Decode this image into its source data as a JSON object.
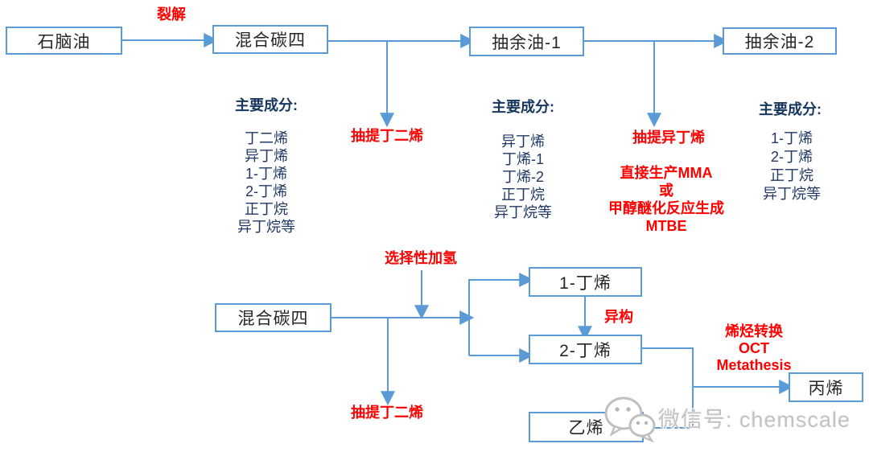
{
  "diagram_title": "C4 processing flow diagram",
  "colors": {
    "line_blue": "#5B9BD5",
    "box_border_blue": "#5B9BD5",
    "navy_text": "#1F3864",
    "red_label": "#FF0000",
    "watermark_gray": "#C3C3C3"
  },
  "boxes": {
    "naphtha": "石脑油",
    "mixed_c4_top": "混合碳四",
    "raffinate_1": "抽余油-1",
    "raffinate_2": "抽余油-2",
    "mixed_c4_bottom": "混合碳四",
    "butene_1": "1-丁烯",
    "butene_2": "2-丁烯",
    "ethylene": "乙烯",
    "propylene": "丙烯"
  },
  "labels": {
    "cracking": "裂解",
    "extract_butadiene_top": "抽提丁二烯",
    "extract_isobutylene": "抽提异丁烯",
    "isobutylene_use_line1": "直接生产MMA",
    "isobutylene_use_line2": "或",
    "isobutylene_use_line3": "甲醇醚化反应生成",
    "isobutylene_use_line4": "MTBE",
    "selective_hydrogenation": "选择性加氢",
    "extract_butadiene_bottom": "抽提丁二烯",
    "isomerization": "异构",
    "olefin_conversion_line1": "烯烃转换",
    "olefin_conversion_line2": "OCT",
    "olefin_conversion_line3": "Metathesis"
  },
  "component_lists": {
    "heading": "主要成分:",
    "mixed_c4": [
      "丁二烯",
      "异丁烯",
      "1-丁烯",
      "2-丁烯",
      "正丁烷",
      "异丁烷等"
    ],
    "raffinate_1": [
      "异丁烯",
      "丁烯-1",
      "丁烯-2",
      "正丁烷",
      "异丁烷等"
    ],
    "raffinate_2": [
      "1-丁烯",
      "2-丁烯",
      "正丁烷",
      "异丁烷等"
    ]
  },
  "watermark": {
    "text": "微信号: chemscale",
    "icon": "wechat-icon"
  }
}
